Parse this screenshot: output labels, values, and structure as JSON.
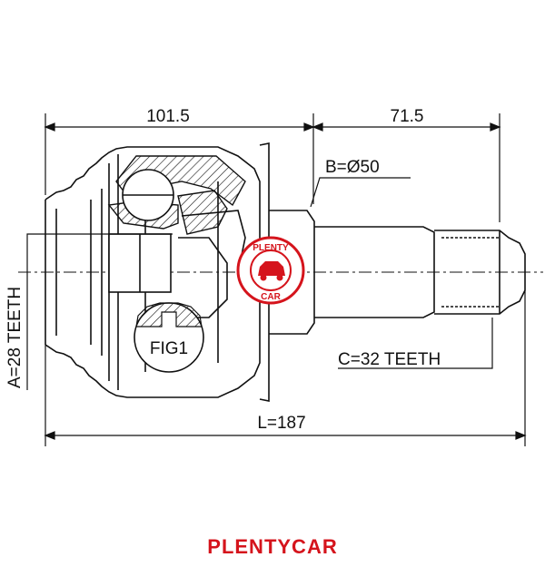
{
  "dimensions": {
    "left_length": "101.5",
    "right_length": "71.5",
    "diameter": "B=Ø50",
    "total_length": "L=187",
    "spline_a": "A=28 TEETH",
    "spline_c": "C=32 TEETH",
    "figure_label": "FIG1"
  },
  "logo": {
    "ring_top": "PLENTY",
    "ring_bottom": "CAR"
  },
  "footer": {
    "brand": "PLENTYCAR"
  },
  "colors": {
    "brand_red": "#d5141c",
    "line": "#111111"
  }
}
